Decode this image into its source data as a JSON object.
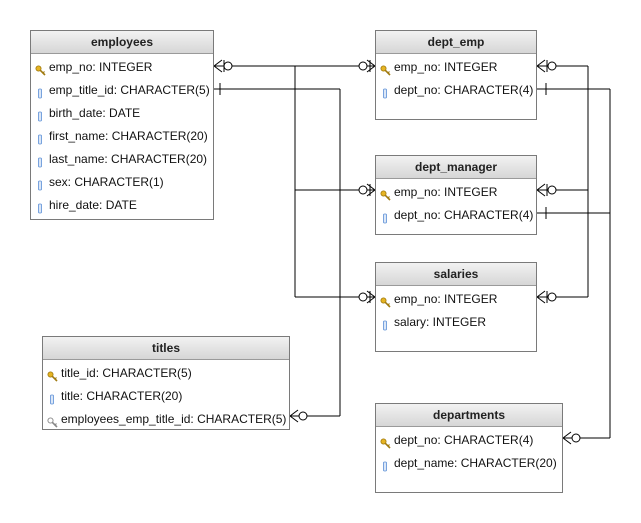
{
  "tables": {
    "employees": {
      "name": "employees",
      "columns": [
        {
          "label": "emp_no: INTEGER",
          "icon": "primary-key-icon"
        },
        {
          "label": "emp_title_id: CHARACTER(5)",
          "icon": "column-icon"
        },
        {
          "label": "birth_date: DATE",
          "icon": "column-icon"
        },
        {
          "label": "first_name: CHARACTER(20)",
          "icon": "column-icon"
        },
        {
          "label": "last_name: CHARACTER(20)",
          "icon": "column-icon"
        },
        {
          "label": "sex: CHARACTER(1)",
          "icon": "column-icon"
        },
        {
          "label": "hire_date: DATE",
          "icon": "column-icon"
        }
      ]
    },
    "dept_emp": {
      "name": "dept_emp",
      "columns": [
        {
          "label": "emp_no: INTEGER",
          "icon": "primary-key-icon"
        },
        {
          "label": "dept_no: CHARACTER(4)",
          "icon": "column-icon"
        }
      ]
    },
    "dept_manager": {
      "name": "dept_manager",
      "columns": [
        {
          "label": "emp_no: INTEGER",
          "icon": "primary-key-icon"
        },
        {
          "label": "dept_no: CHARACTER(4)",
          "icon": "column-icon"
        }
      ]
    },
    "salaries": {
      "name": "salaries",
      "columns": [
        {
          "label": "emp_no: INTEGER",
          "icon": "primary-key-icon"
        },
        {
          "label": "salary: INTEGER",
          "icon": "column-icon"
        }
      ]
    },
    "titles": {
      "name": "titles",
      "columns": [
        {
          "label": "title_id: CHARACTER(5)",
          "icon": "primary-key-icon"
        },
        {
          "label": "title: CHARACTER(20)",
          "icon": "column-icon"
        },
        {
          "label": "employees_emp_title_id: CHARACTER(5)",
          "icon": "foreign-key-icon"
        }
      ]
    },
    "departments": {
      "name": "departments",
      "columns": [
        {
          "label": "dept_no: CHARACTER(4)",
          "icon": "primary-key-icon"
        },
        {
          "label": "dept_name: CHARACTER(20)",
          "icon": "column-icon"
        }
      ]
    }
  },
  "colors": {
    "key": "#e6b422",
    "column": "#5b8fd6",
    "line": "#000000"
  }
}
